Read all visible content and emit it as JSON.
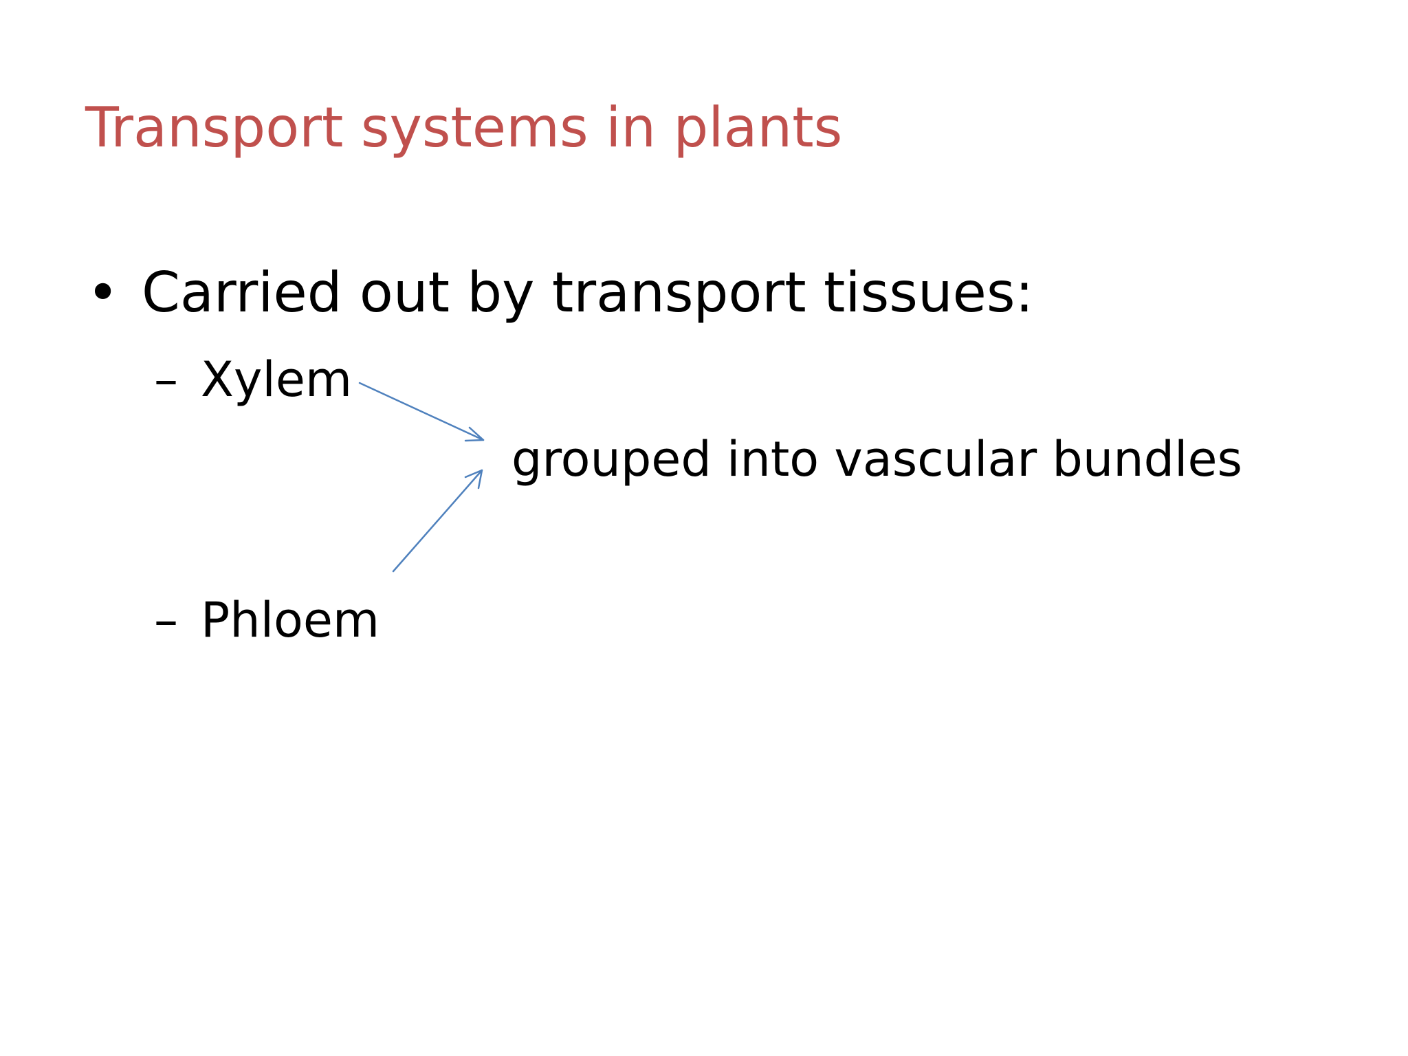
{
  "slide": {
    "title": "Transport systems in plants",
    "bullet": {
      "marker": "•",
      "text": "Carried out by transport tissues:"
    },
    "sub_items": [
      {
        "marker": "–",
        "text": "Xylem"
      },
      {
        "marker": "–",
        "text": "Phloem"
      }
    ],
    "grouped_note": "grouped into vascular bundles"
  },
  "colors": {
    "title": "#c0504d",
    "body_text": "#000000",
    "arrow": "#4f81bd",
    "background": "#ffffff"
  }
}
